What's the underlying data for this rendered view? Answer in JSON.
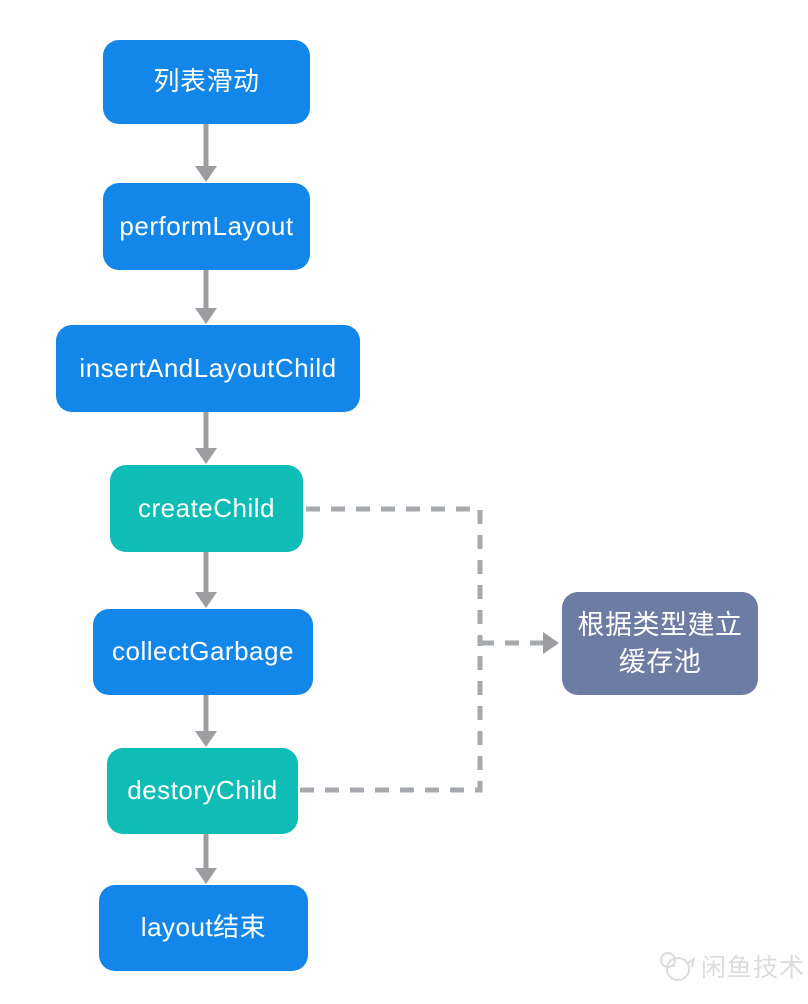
{
  "diagram": {
    "type": "flowchart",
    "nodes": [
      {
        "id": "list-scroll",
        "label": "列表滑动",
        "color": "#1386e9"
      },
      {
        "id": "perform-layout",
        "label": "performLayout",
        "color": "#1386e9"
      },
      {
        "id": "insert-layout-child",
        "label": "insertAndLayoutChild",
        "color": "#1386e9"
      },
      {
        "id": "create-child",
        "label": "createChild",
        "color": "#10bdb6"
      },
      {
        "id": "collect-garbage",
        "label": "collectGarbage",
        "color": "#1386e9"
      },
      {
        "id": "destory-child",
        "label": "destoryChild",
        "color": "#10bdb6"
      },
      {
        "id": "layout-end",
        "label": "layout结束",
        "color": "#1386e9"
      },
      {
        "id": "cache-pool",
        "label": "根据类型建立缓存池",
        "label_lines": {
          "line1": "根据类型建立",
          "line2": "缓存池"
        },
        "color": "#6d7ca3"
      }
    ],
    "edges": [
      {
        "from": "list-scroll",
        "to": "perform-layout",
        "style": "solid-arrow"
      },
      {
        "from": "perform-layout",
        "to": "insert-layout-child",
        "style": "solid-arrow"
      },
      {
        "from": "insert-layout-child",
        "to": "create-child",
        "style": "solid-arrow"
      },
      {
        "from": "create-child",
        "to": "collect-garbage",
        "style": "solid-arrow"
      },
      {
        "from": "collect-garbage",
        "to": "destory-child",
        "style": "solid-arrow"
      },
      {
        "from": "destory-child",
        "to": "layout-end",
        "style": "solid-arrow"
      },
      {
        "from": "create-child",
        "to": "cache-pool",
        "style": "dashed-arrow"
      },
      {
        "from": "destory-child",
        "to": "cache-pool",
        "style": "dashed-arrow"
      }
    ],
    "colors": {
      "node_blue": "#1386e9",
      "node_teal": "#10bdb6",
      "node_slate": "#6d7ca3",
      "arrow_gray": "#9b9da1",
      "dash_gray": "#a6a9ad",
      "watermark_gray": "#dcdcdc",
      "background": "#fefefe"
    },
    "watermark": {
      "label": "闲鱼技术"
    }
  }
}
